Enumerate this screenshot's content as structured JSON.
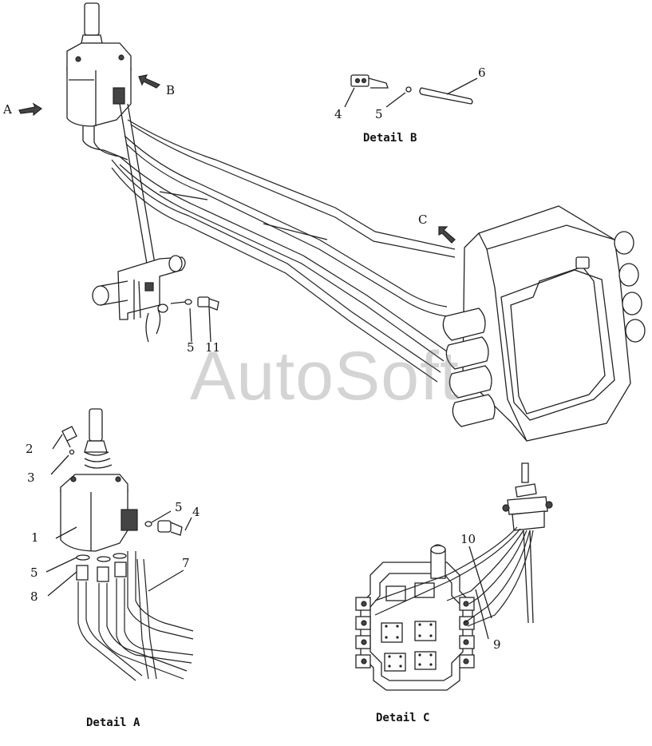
{
  "labels": {
    "l1": "1",
    "l2": "2",
    "l3": "3",
    "l4a": "4",
    "l4b": "4",
    "l5a": "5",
    "l5b": "5",
    "l5c": "5",
    "l5d": "5",
    "l6": "6",
    "l7": "7",
    "l8": "8",
    "l9": "9",
    "l10": "10",
    "l11": "11",
    "viewA": "A",
    "viewB": "B",
    "viewC": "C"
  },
  "captions": {
    "detail_a": "Detail A",
    "detail_b": "Detail B",
    "detail_c": "Detail C"
  },
  "watermark": "AutoSoft"
}
